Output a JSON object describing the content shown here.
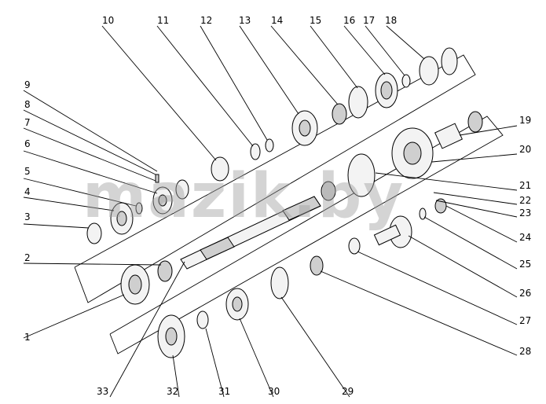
{
  "diagram": {
    "watermark": "mazik.by",
    "callouts": [
      {
        "id": "1",
        "label": "1"
      },
      {
        "id": "2",
        "label": "2"
      },
      {
        "id": "3",
        "label": "3"
      },
      {
        "id": "4",
        "label": "4"
      },
      {
        "id": "5",
        "label": "5"
      },
      {
        "id": "6",
        "label": "6"
      },
      {
        "id": "7",
        "label": "7"
      },
      {
        "id": "8",
        "label": "8"
      },
      {
        "id": "9",
        "label": "9"
      },
      {
        "id": "10",
        "label": "10"
      },
      {
        "id": "11",
        "label": "11"
      },
      {
        "id": "12",
        "label": "12"
      },
      {
        "id": "13",
        "label": "13"
      },
      {
        "id": "14",
        "label": "14"
      },
      {
        "id": "15",
        "label": "15"
      },
      {
        "id": "16",
        "label": "16"
      },
      {
        "id": "17",
        "label": "17"
      },
      {
        "id": "18",
        "label": "18"
      },
      {
        "id": "19",
        "label": "19"
      },
      {
        "id": "20",
        "label": "20"
      },
      {
        "id": "21",
        "label": "21"
      },
      {
        "id": "22",
        "label": "22"
      },
      {
        "id": "23",
        "label": "23"
      },
      {
        "id": "24",
        "label": "24"
      },
      {
        "id": "25",
        "label": "25"
      },
      {
        "id": "26",
        "label": "26"
      },
      {
        "id": "27",
        "label": "27"
      },
      {
        "id": "28",
        "label": "28"
      },
      {
        "id": "29",
        "label": "29"
      },
      {
        "id": "30",
        "label": "30"
      },
      {
        "id": "31",
        "label": "31"
      },
      {
        "id": "32",
        "label": "32"
      },
      {
        "id": "33",
        "label": "33"
      }
    ]
  }
}
